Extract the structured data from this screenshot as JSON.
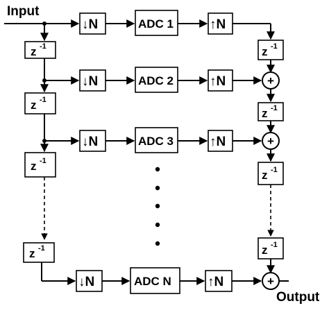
{
  "diagram": {
    "input_label": "Input",
    "output_label": "Output",
    "downsample_label": "↓N",
    "upsample_label": "↑N",
    "delay_label": "z",
    "delay_exp": "-1",
    "adders_symbol": "+",
    "adc_labels": [
      "ADC 1",
      "ADC 2",
      "ADC 3",
      "ADC N"
    ],
    "ellipsis": "•"
  }
}
